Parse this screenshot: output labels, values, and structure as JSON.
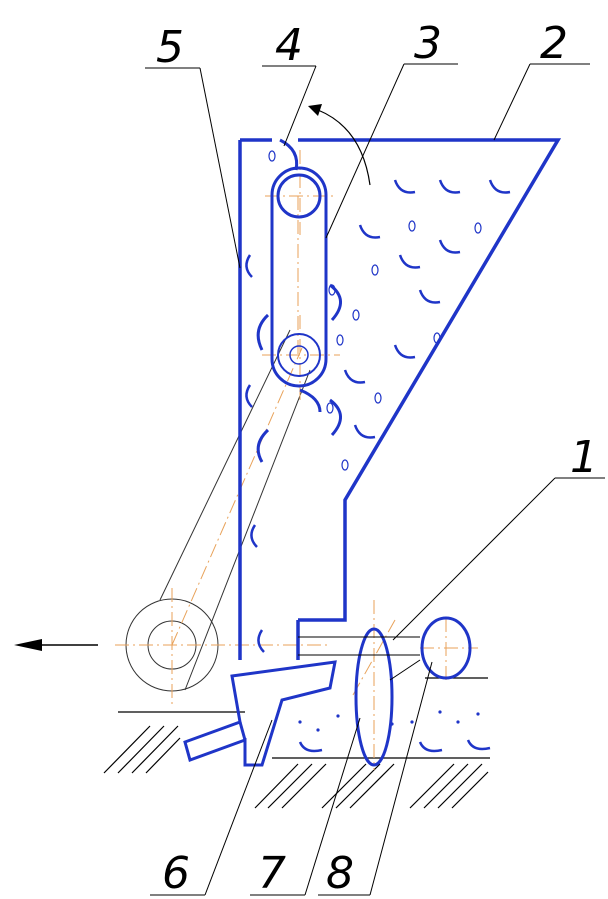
{
  "diagram": {
    "callouts": [
      {
        "id": "c1",
        "label": "1"
      },
      {
        "id": "c2",
        "label": "2"
      },
      {
        "id": "c3",
        "label": "3"
      },
      {
        "id": "c4",
        "label": "4"
      },
      {
        "id": "c5",
        "label": "5"
      },
      {
        "id": "c6",
        "label": "6"
      },
      {
        "id": "c7",
        "label": "7"
      },
      {
        "id": "c8",
        "label": "8"
      }
    ],
    "colors": {
      "outline": "#1f35c8",
      "centerline": "#e8a25a",
      "leader": "#000000",
      "ground": "#000000"
    }
  }
}
